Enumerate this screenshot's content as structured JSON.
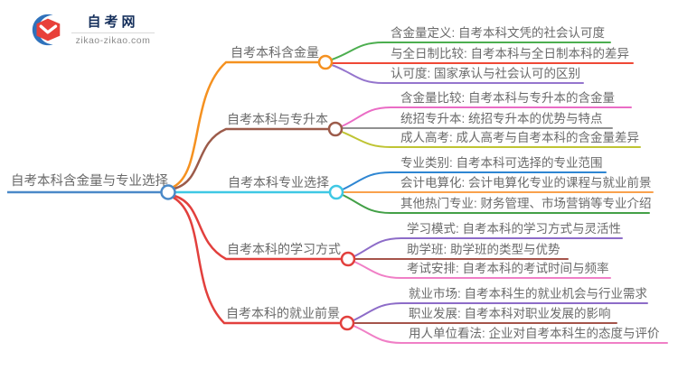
{
  "logo": {
    "title": "自考网",
    "domain": "zikao-zikao.com"
  },
  "root": {
    "label": "自考本科含金量与专业选择",
    "color": "#4a89c8"
  },
  "branches": [
    {
      "label": "自考本科含金量",
      "color": "#f59120",
      "children": [
        {
          "label": "含金量定义: 自考本科文凭的社会认可度",
          "color": "#4cae4f"
        },
        {
          "label": "与全日制比较: 自考本科与全日制本科的差异",
          "color": "#ef4836"
        },
        {
          "label": "认可度: 国家承认与社会认可的区别",
          "color": "#9575cd"
        }
      ]
    },
    {
      "label": "自考本科与专升本",
      "color": "#9c5b4a",
      "children": [
        {
          "label": "含金量比较: 自考本科与专升本的含金量",
          "color": "#ea6cc5"
        },
        {
          "label": "统招专升本: 统招专升本的优势与特点",
          "color": "#909090"
        },
        {
          "label": "成人高考: 成人高考与自考本科的含金量差异",
          "color": "#bfc433"
        }
      ]
    },
    {
      "label": "自考本科专业选择",
      "color": "#3fc8e4",
      "children": [
        {
          "label": "专业类别: 自考本科可选择的专业范围",
          "color": "#2e86d2"
        },
        {
          "label": "会计电算化: 会计电算化专业的课程与就业前景",
          "color": "#f9a14c"
        },
        {
          "label": "其他热门专业: 财务管理、市场营销等专业介绍",
          "color": "#43a047"
        }
      ]
    },
    {
      "label": "自考本科的学习方式",
      "color": "#e2403d",
      "children": [
        {
          "label": "学习模式: 自考本科的学习方式与灵活性",
          "color": "#8d6cc8"
        },
        {
          "label": "助学班: 助学班的类型与优势",
          "color": "#a5544a"
        },
        {
          "label": "考试安排: 自考本科的考试时间与频率",
          "color": "#f07fc6"
        }
      ]
    },
    {
      "label": "自考本科的就业前景",
      "color": "#e2403d",
      "children": [
        {
          "label": "就业市场: 自考本科生的就业机会与行业需求",
          "color": "#8d6cc8"
        },
        {
          "label": "职业发展: 自考本科对职业发展的影响",
          "color": "#a5544a"
        },
        {
          "label": "用人单位看法: 企业对自考本科生的态度与评价",
          "color": "#f07fc6"
        }
      ]
    }
  ]
}
